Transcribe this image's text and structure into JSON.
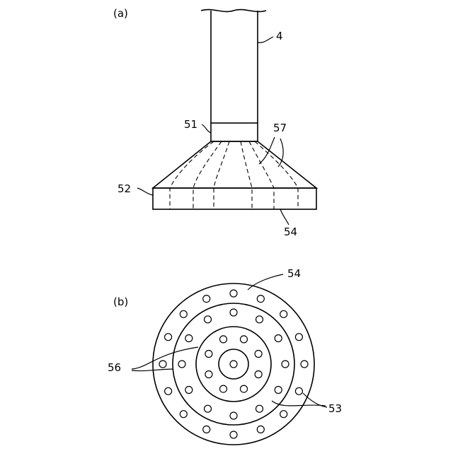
{
  "figure": {
    "panel_a_label": "(a)",
    "panel_b_label": "(b)",
    "labels": {
      "pipe": "4",
      "neck": "51",
      "base": "52",
      "channels": "57",
      "bottom_face_a": "54",
      "bottom_face_b": "54",
      "rings": "56",
      "holes": "53"
    }
  }
}
